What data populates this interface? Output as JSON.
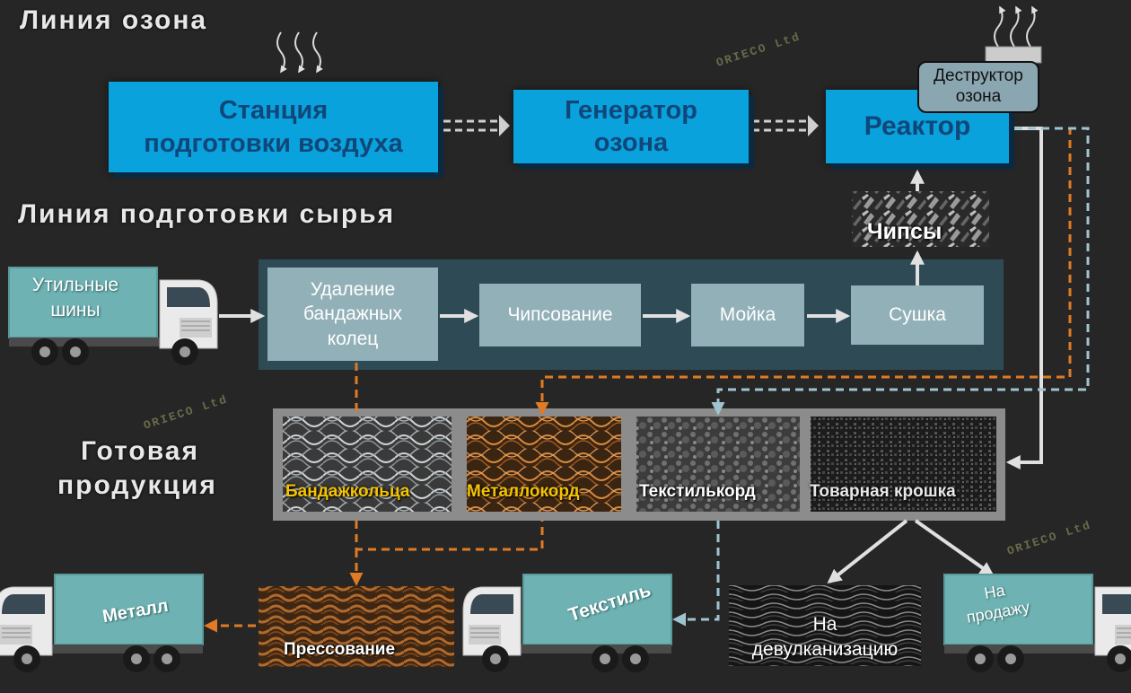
{
  "sections": {
    "ozone_line": "Линия озона",
    "raw_line": "Линия подготовки сырья",
    "products_line1": "Готовая",
    "products_line2": "продукция"
  },
  "ozone": {
    "station_line1": "Станция",
    "station_line2": "подготовки воздуха",
    "generator_line1": "Генератор",
    "generator_line2": "озона",
    "reactor": "Реактор",
    "destructor_line1": "Деструктор",
    "destructor_line2": "озона"
  },
  "raw": {
    "tires_line1": "Утильные",
    "tires_line2": "шины",
    "removal_line1": "Удаление",
    "removal_line2": "бандажных",
    "removal_line3": "колец",
    "chipping": "Чипсование",
    "washing": "Мойка",
    "drying": "Сушка",
    "chips": "Чипсы"
  },
  "products": {
    "bands": "Бандажкольца",
    "metalcord": "Металлокорд",
    "textilecord": "Текстилькорд",
    "crumb": "Товарная крошка"
  },
  "outputs": {
    "metal": "Металл",
    "pressing": "Прессование",
    "textile": "Текстиль",
    "devulc_line1": "На",
    "devulc_line2": "девулканизацию",
    "sale_line1": "На",
    "sale_line2": "продажу"
  },
  "watermark": "ORIECO Ltd",
  "colors": {
    "blue_box": "#0aa2dc",
    "blue_text": "#10477a",
    "gray_box": "#92b0b8",
    "orange_dashed": "#e07a24",
    "blue_dashed": "#9ec4d0",
    "truck_body": "#6fb2b3",
    "yellow_caption": "#f5c400"
  }
}
